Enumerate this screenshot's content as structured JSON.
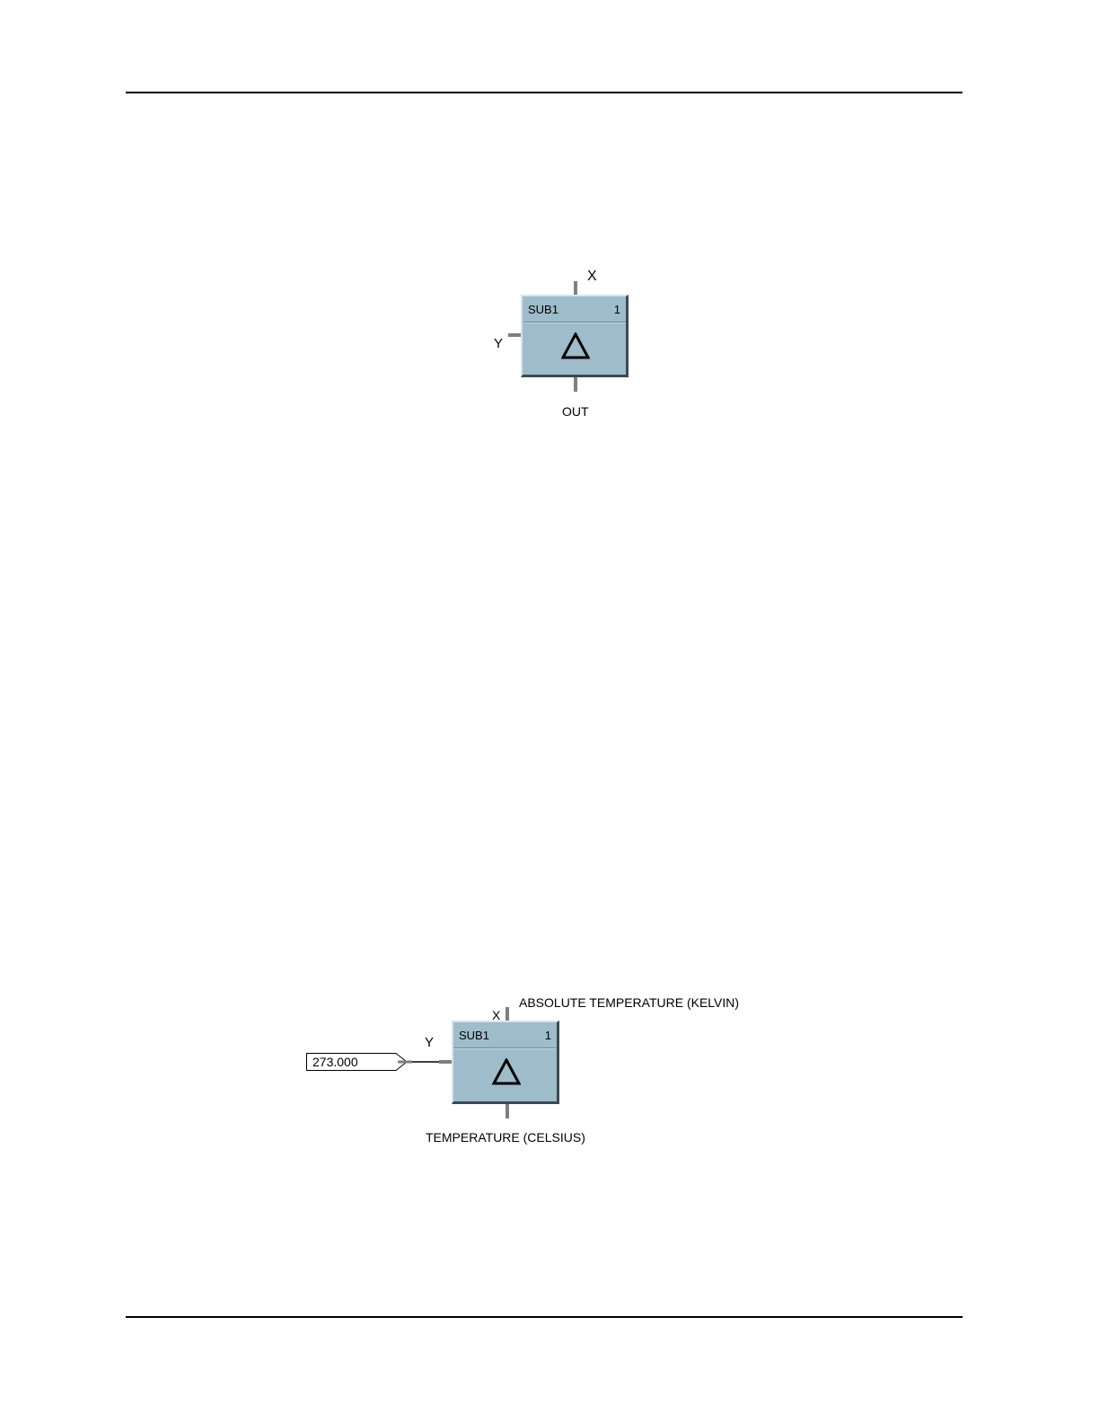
{
  "diagram1": {
    "block_name": "SUB1",
    "block_number": "1",
    "input_x_label": "X",
    "input_y_label": "Y",
    "output_label": "OUT",
    "symbol": "delta-icon"
  },
  "diagram2": {
    "block_name": "SUB1",
    "block_number": "1",
    "input_x_label": "X",
    "input_y_label": "Y",
    "x_signal_label": "ABSOLUTE TEMPERATURE (KELVIN)",
    "constant_value": "273.000",
    "output_label": "TEMPERATURE (CELSIUS)",
    "symbol": "delta-icon"
  },
  "colors": {
    "block_fill": "#9fbccb",
    "pin": "#7f7f7f"
  }
}
